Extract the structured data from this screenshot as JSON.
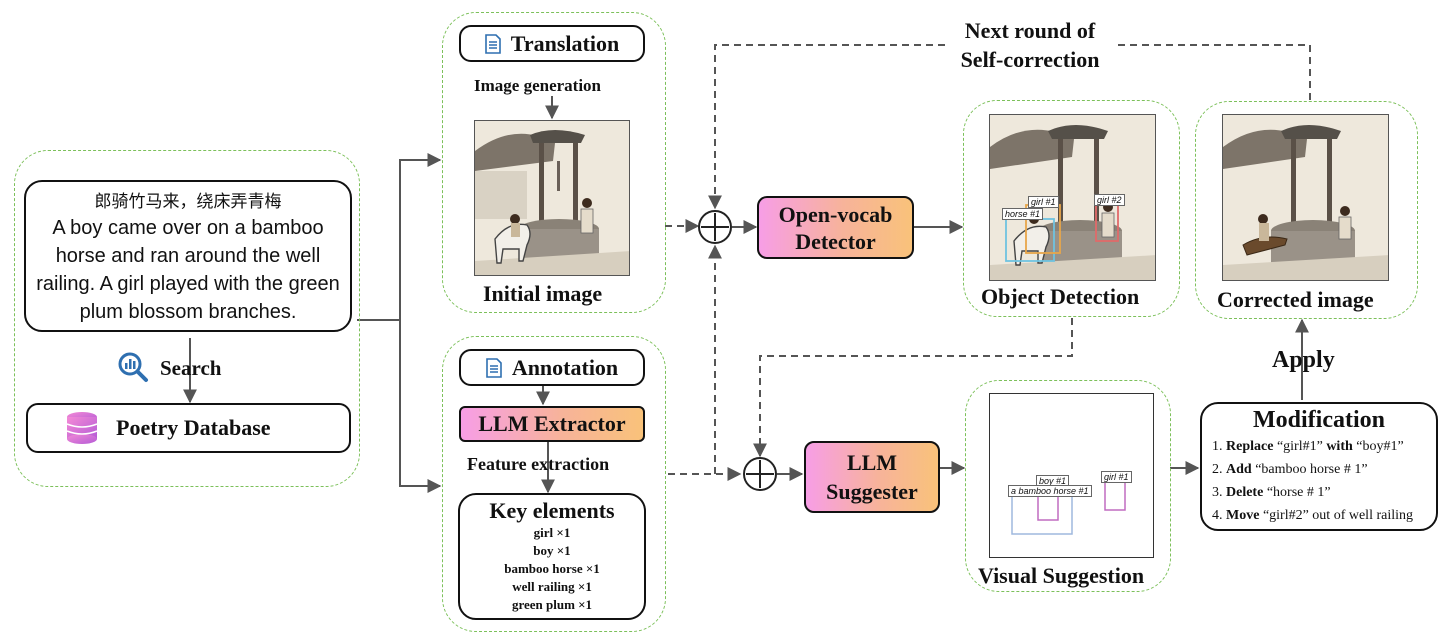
{
  "input": {
    "poem_cn": "郎骑竹马来，绕床弄青梅",
    "poem_en": "A boy came over on a bamboo horse and ran around the well railing. A girl played with the green plum blossom branches.",
    "search_label": "Search",
    "database_label": "Poetry Database"
  },
  "top_branch": {
    "translation_label": "Translation",
    "image_generation_label": "Image generation",
    "initial_image_label": "Initial image"
  },
  "bottom_branch": {
    "annotation_label": "Annotation",
    "extractor_label": "LLM Extractor",
    "feature_extraction_label": "Feature extraction",
    "key_elements_title": "Key elements",
    "key_elements": [
      "girl ×1",
      "boy ×1",
      "bamboo horse ×1",
      "well railing ×1",
      "green plum ×1"
    ]
  },
  "detector": {
    "label": "Open-vocab Detector"
  },
  "object_detection": {
    "label": "Object Detection",
    "tags": [
      "girl #1",
      "horse #1",
      "girl #2"
    ]
  },
  "corrected": {
    "label": "Corrected image"
  },
  "loop_label": "Next round of Self-correction",
  "suggester": {
    "label": "LLM Suggester"
  },
  "visual_suggestion": {
    "label": "Visual Suggestion",
    "tags": [
      "boy #1",
      "a bamboo horse #1",
      "girl #1"
    ]
  },
  "modification": {
    "title": "Modification",
    "items": [
      {
        "num": "1.",
        "verb": "Replace",
        "a": " “girl#1” ",
        "verb2": "with",
        "b": " “boy#1”"
      },
      {
        "num": "2.",
        "verb": "Add",
        "a": " “bamboo horse # 1”",
        "verb2": "",
        "b": ""
      },
      {
        "num": "3.",
        "verb": "Delete",
        "a": " “horse # 1”",
        "verb2": "",
        "b": ""
      },
      {
        "num": "4.",
        "verb": "Move",
        "a": " “girl#2” out of well railing",
        "verb2": "",
        "b": ""
      }
    ]
  },
  "apply_label": "Apply",
  "colors": {
    "green_dashed": "#7cc05a",
    "gradient_pink": "#f79ee6",
    "gradient_orange": "#f9c27a"
  }
}
